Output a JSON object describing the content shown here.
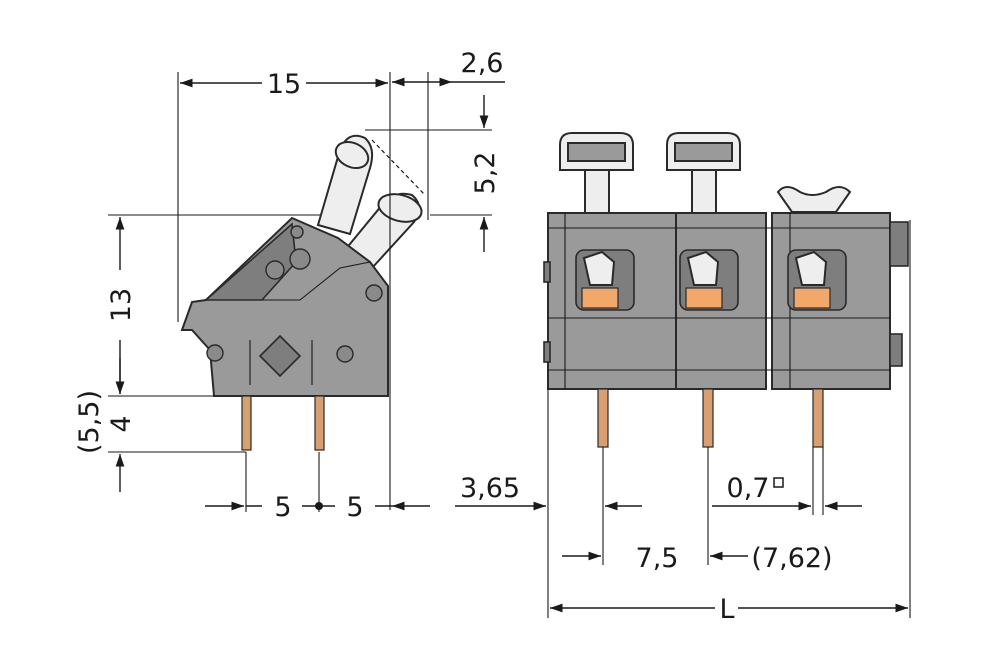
{
  "labels": {
    "w15": "15",
    "d26": "2,6",
    "d52": "5,2",
    "h13": "13",
    "h4": "4",
    "h55": "(5,5)",
    "p5a": "5",
    "p5b": "5",
    "d365": "3,65",
    "d07": "0,7",
    "p75": "7,5",
    "p762": "(7,62)",
    "L": "L"
  },
  "colors": {
    "housing": "#9a9a9a",
    "lever": "#eeeeee",
    "clamp": "#f2a86a",
    "pin": "#d8a070"
  }
}
